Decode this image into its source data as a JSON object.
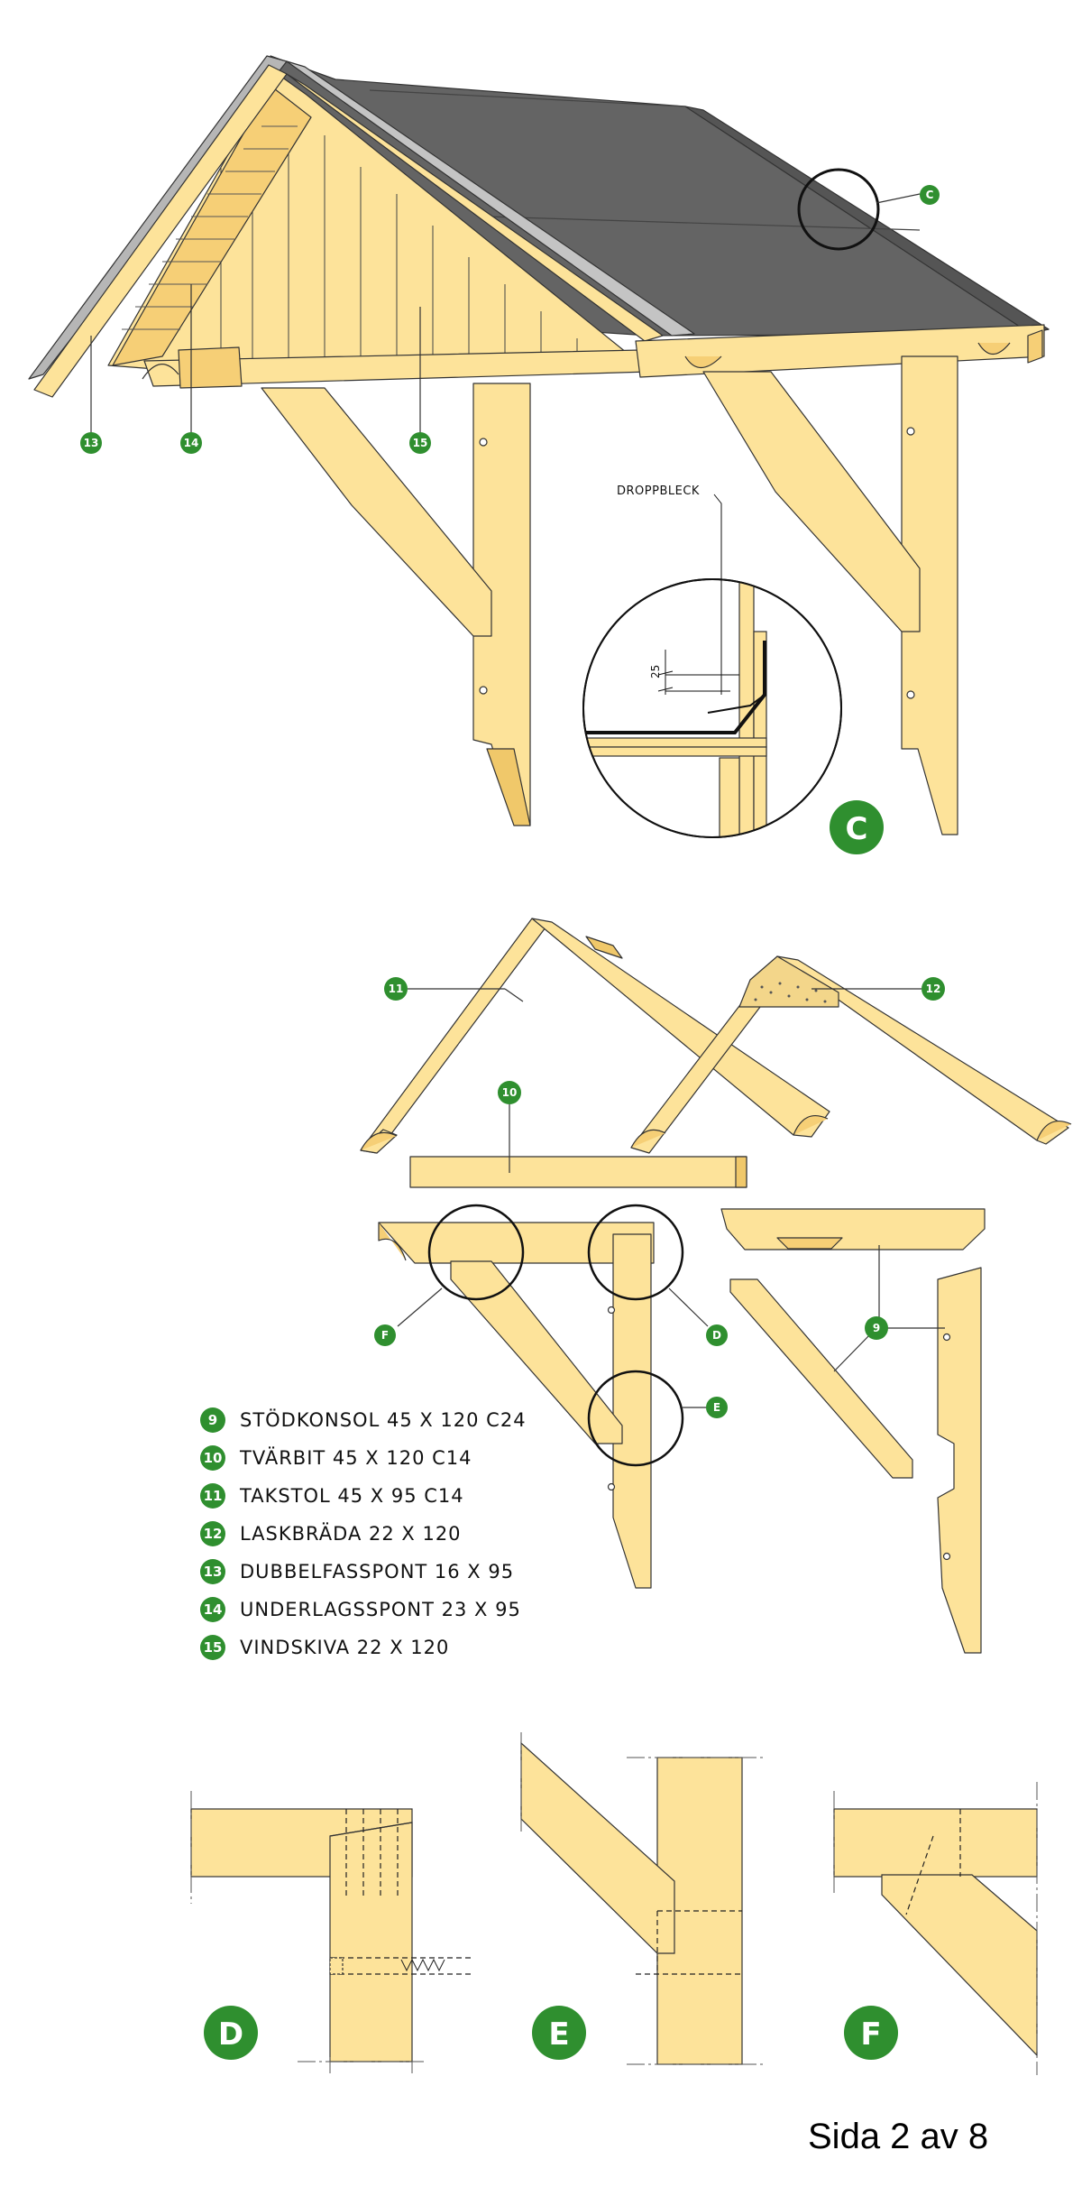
{
  "callouts": {
    "droppbleck": "DROPPBLECK",
    "dim_25": "25",
    "b13": "13",
    "b14": "14",
    "b15": "15",
    "bC": "C",
    "b11": "11",
    "b12": "12",
    "b10": "10",
    "b9": "9",
    "bF": "F",
    "bD": "D",
    "bE": "E"
  },
  "detail_labels": {
    "C": "C",
    "D": "D",
    "E": "E",
    "F": "F"
  },
  "legend": [
    {
      "num": "9",
      "text": "STÖDKONSOL 45 X 120 C24"
    },
    {
      "num": "10",
      "text": "TVÄRBIT 45 X 120 C14"
    },
    {
      "num": "11",
      "text": "TAKSTOL 45 X 95 C14"
    },
    {
      "num": "12",
      "text": "LASKBRÄDA 22 X 120"
    },
    {
      "num": "13",
      "text": "DUBBELFASSPONT 16 X 95"
    },
    {
      "num": "14",
      "text": "UNDERLAGSSPONT 23 X 95"
    },
    {
      "num": "15",
      "text": "VINDSKIVA 22 X 120"
    }
  ],
  "footer": {
    "page": "Sida 2 av 8"
  },
  "colors": {
    "wood": "#fde39a",
    "wood_dark": "#f0c86a",
    "roof": "#636363",
    "metal": "#b4b4b4",
    "badge": "#2f8f2f",
    "line": "#333333"
  }
}
